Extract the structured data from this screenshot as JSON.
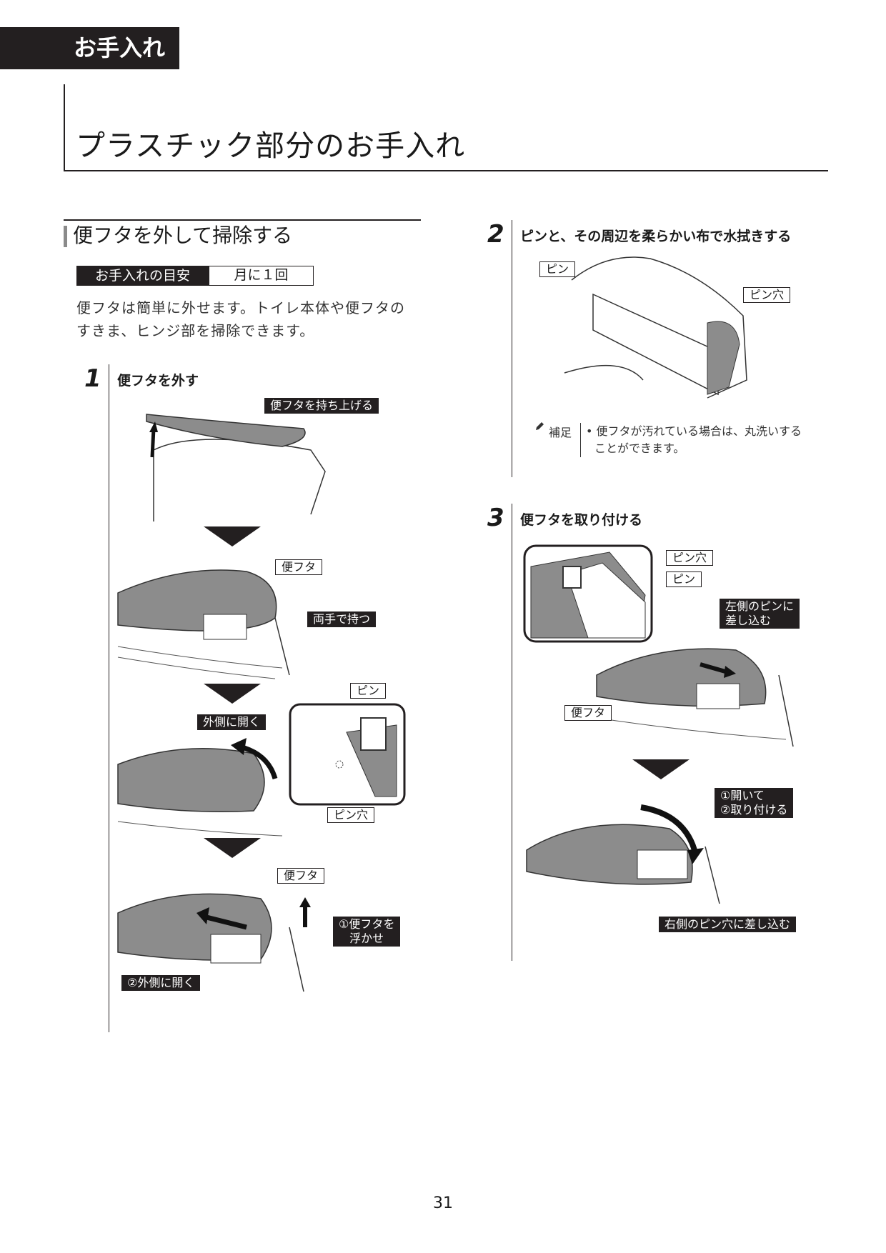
{
  "section_tab": "お手入れ",
  "page_title": "プラスチック部分のお手入れ",
  "subsection": {
    "title": "便フタを外して掃除する",
    "guide_label": "お手入れの目安",
    "guide_value": "月に１回",
    "intro_line1": "便フタは簡単に外せます。トイレ本体や便フタの",
    "intro_line2": "すきま、ヒンジ部を掃除できます。"
  },
  "steps": [
    {
      "number": "1",
      "title": "便フタを外す",
      "labels": {
        "lift": "便フタを持ち上げる",
        "lid_a": "便フタ",
        "hold": "両手で持つ",
        "open_out": "外側に開く",
        "pin": "ピン",
        "pin_hole": "ピン穴",
        "lid_b": "便フタ",
        "float_1": "①便フタを",
        "float_2": "浮かせ",
        "open_out_2": "②外側に開く"
      }
    },
    {
      "number": "2",
      "title": "ピンと、その周辺を柔らかい布で水拭きする",
      "labels": {
        "pin": "ピン",
        "pin_hole": "ピン穴"
      },
      "note_label": "補足",
      "note_line1": "• 便フタが汚れている場合は、丸洗いする",
      "note_line2": "ことができます。"
    },
    {
      "number": "3",
      "title": "便フタを取り付ける",
      "labels": {
        "pin_hole": "ピン穴",
        "pin": "ピン",
        "insert_left_1": "左側のピンに",
        "insert_left_2": "差し込む",
        "lid": "便フタ",
        "open_attach_1": "①開いて",
        "open_attach_2": "②取り付ける",
        "insert_right": "右側のピン穴に差し込む"
      }
    }
  ],
  "page_number": "31",
  "colors": {
    "dark": "#231f20",
    "lid_gray": "#8c8c8c",
    "accent_gray": "#8a8a8a"
  }
}
